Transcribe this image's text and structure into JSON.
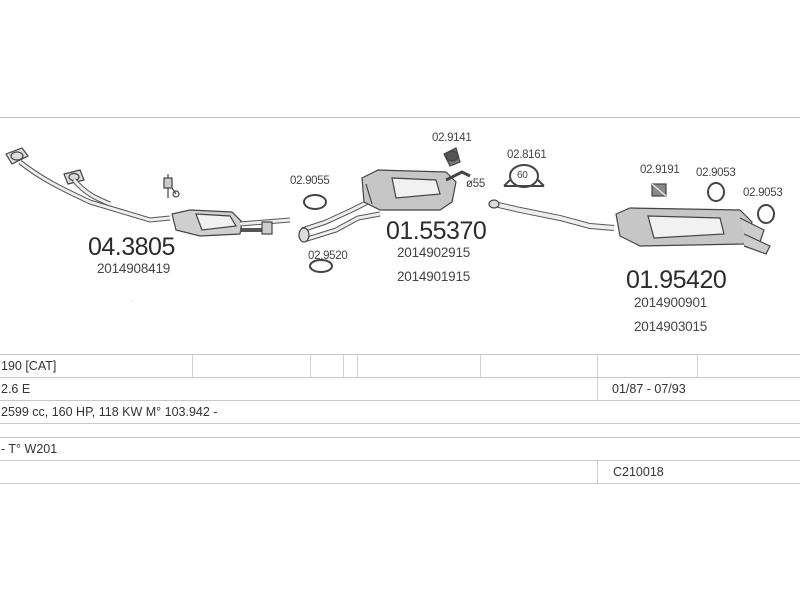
{
  "parts": {
    "catalyst": {
      "code": "04.3805",
      "oe": [
        "2014908419"
      ]
    },
    "mid_silencer": {
      "code": "01.55370",
      "oe": [
        "2014902915",
        "2014901915"
      ]
    },
    "rear_silencer": {
      "code": "01.95420",
      "oe": [
        "2014900901",
        "2014903015"
      ]
    },
    "accessories": {
      "a1": "02.9055",
      "a2": "02.9520",
      "a3": "02.9141",
      "a4": "02.8161",
      "a5": "02.9191",
      "a6": "02.9053",
      "a7": "02.9053"
    },
    "pipe_diameter": "ø55",
    "clamp_size": "60"
  },
  "vehicle": {
    "row1": "190  [CAT]",
    "row2": "2.6 E",
    "row2_dates": "01/87 - 07/93",
    "row3": "2599 cc, 160 HP, 118 KW M° 103.942 -",
    "row4": "- T° W201",
    "row5_code": "C210018"
  }
}
